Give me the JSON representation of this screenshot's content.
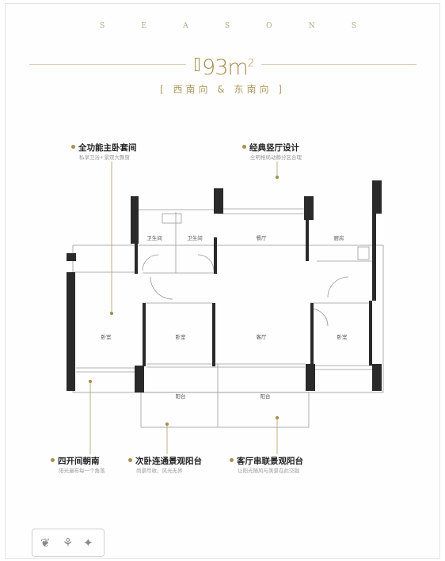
{
  "header": {
    "brand_letters": [
      "S",
      "E",
      "A",
      "S",
      "O",
      "N",
      "S"
    ],
    "area_value": "93m",
    "area_unit_sup": "2",
    "orientation": "[ 西南向 & 东南向 ]"
  },
  "features": {
    "master_suite": {
      "title": "全功能主卧套间",
      "subtitle": "私享卫浴+景观大飘窗"
    },
    "classic_hall": {
      "title": "经典竖厅设计",
      "subtitle": "全明格局动静分区合理"
    },
    "four_south": {
      "title": "四开间朝南",
      "subtitle": "阳光遍布每一个角落"
    },
    "bedroom_balcony": {
      "title": "次卧连通景观阳台",
      "subtitle": "尚景尽收、风光无界"
    },
    "living_balcony": {
      "title": "客厅串联景观阳台",
      "subtitle": "让阳光随风与美景在此交融"
    }
  },
  "rooms": {
    "bath1": "卫生间",
    "bath2": "卫生间",
    "dining": "餐厅",
    "kitchen": "厨房",
    "master_bedroom": "卧室",
    "bedroom2": "卧室",
    "living": "客厅",
    "bedroom3": "卧室",
    "balcony1": "阳台",
    "balcony2": "阳台"
  },
  "colors": {
    "accent": "#a88f4e",
    "wall": "#2a2a2a",
    "line": "#9a9a9a"
  },
  "icons": [
    "compass-emblem-icon"
  ]
}
